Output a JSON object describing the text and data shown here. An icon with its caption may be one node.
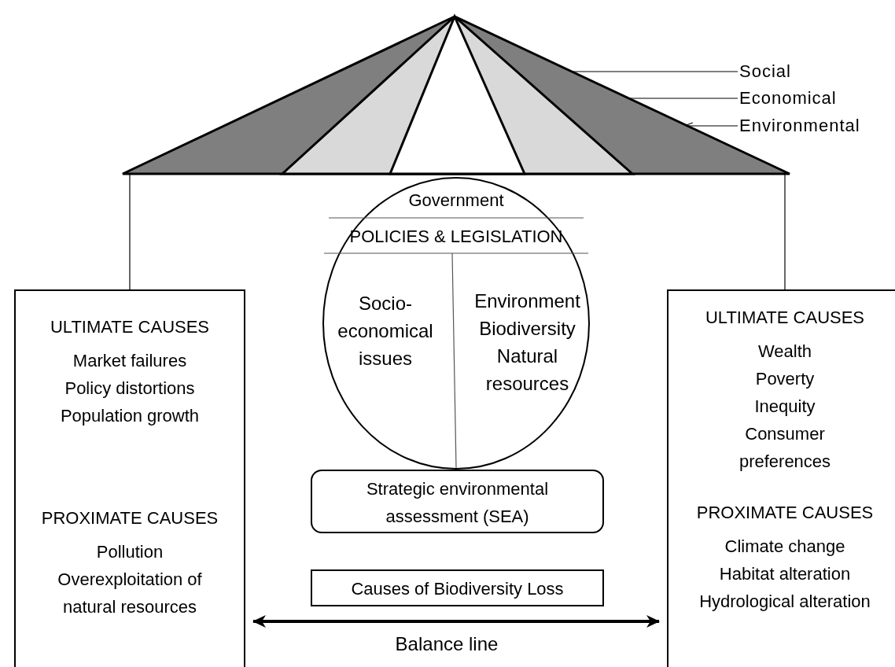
{
  "diagram": {
    "nodes": [
      {
        "text": [],
        "shape": "triangle"
      },
      {
        "text": [],
        "shape": "triangle",
        "in": 0
      },
      {
        "text": [],
        "shape": "triangle",
        "in": 1
      },
      {
        "text": [
          "Social"
        ]
      },
      {
        "text": [
          "Economical"
        ]
      },
      {
        "text": [
          "Environmental"
        ]
      },
      {
        "text": [
          "Government",
          "POLICIES & LEGISLATION",
          "Socio- economical issues",
          "Environment Biodiversity Natural resources"
        ]
      },
      {
        "text": [
          "Strategic environmental assessment (SEA)"
        ]
      },
      {
        "text": [
          "Causes of Biodiversity Loss"
        ]
      },
      {
        "text": [
          "ULTIMATE CAUSES",
          "Market failures",
          "Policy distortions",
          "Population growth",
          "PROXIMATE CAUSES",
          "Pollution",
          "Overexploitation of natural resources"
        ]
      },
      {
        "text": [
          "ULTIMATE CAUSES",
          "Wealth",
          "Poverty",
          "Inequity",
          "Consumer preferences",
          "PROXIMATE CAUSES",
          "Climate change",
          "Habitat alteration",
          "Hydrological alteration"
        ]
      }
    ],
    "edges": [
      {
        "from": 3,
        "to": 2,
        "arrow": "to"
      },
      {
        "from": 4,
        "to": 1,
        "arrow": "to"
      },
      {
        "from": 5,
        "to": 0,
        "arrow": "to"
      },
      {
        "from": 0,
        "to": 9,
        "arrow": "none"
      },
      {
        "from": 0,
        "to": 10,
        "arrow": "none"
      },
      {
        "from": 9,
        "to": 10,
        "arrow": "both",
        "label": "Balance line",
        "style": "thick"
      }
    ]
  }
}
